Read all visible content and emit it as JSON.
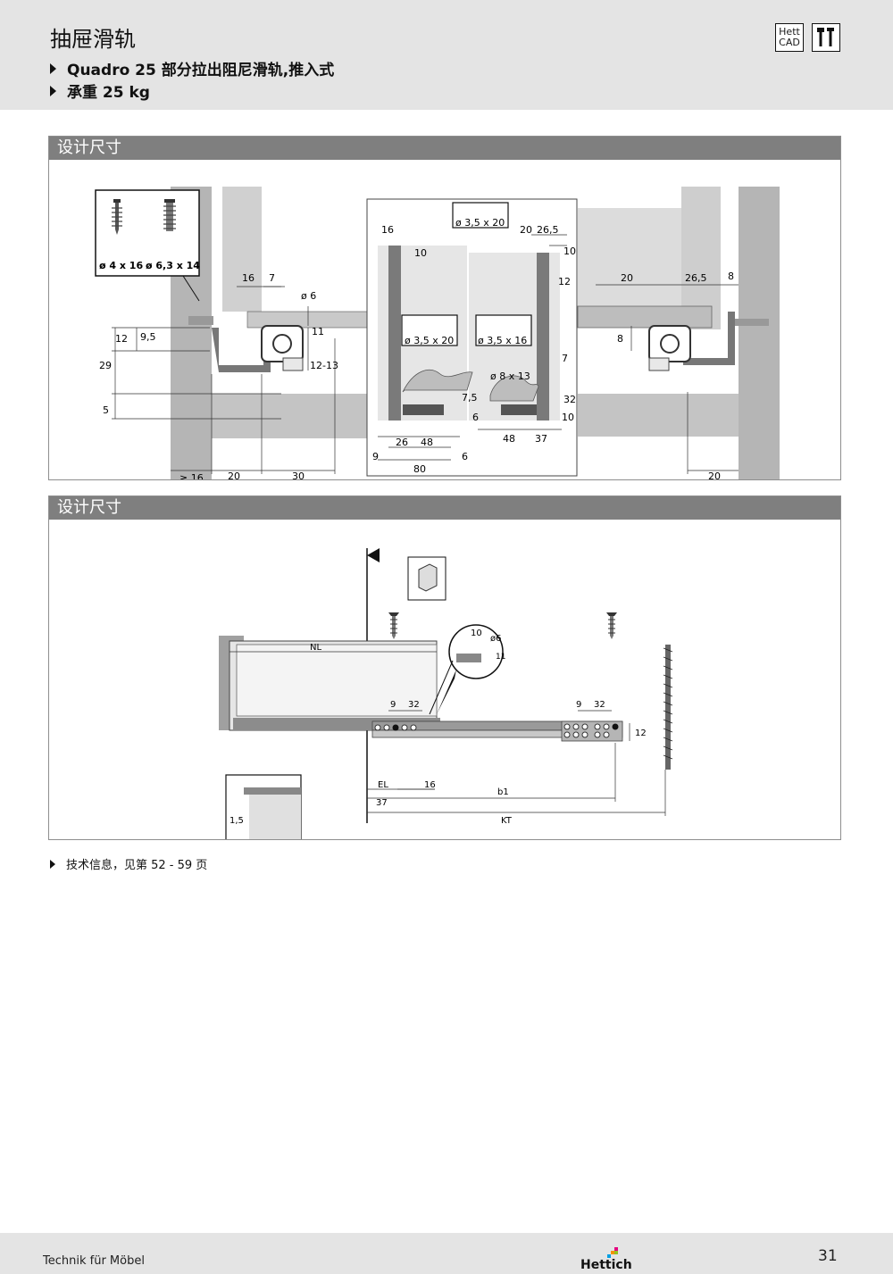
{
  "header": {
    "title": "抽屉滑轨",
    "bullets": [
      "Quadro 25 部分拉出阻尼滑轨,推入式",
      "承重 25 kg"
    ],
    "icon_hettcad_line1": "Hett",
    "icon_hettcad_line2": "CAD",
    "icons": [
      "hettcad-icon",
      "tools-icon"
    ]
  },
  "section1": {
    "heading": "设计尺寸",
    "screws": [
      "ø 4 x 16",
      "ø 6,3 x 14"
    ],
    "left_dims": [
      "16",
      "7",
      "ø 6",
      "12",
      "9,5",
      "11",
      "29",
      "12-13",
      "5",
      "≥ 16",
      "20",
      "30"
    ],
    "center_dims": [
      "ø 3,5 x 20",
      "16",
      "10",
      "20",
      "26,5",
      "10",
      "12",
      "ø 3,5 x 20",
      "ø 3,5 x 16",
      "7",
      "ø 8 x 13",
      "7,5",
      "32",
      "6",
      "10",
      "26",
      "48",
      "48",
      "37",
      "9",
      "6",
      "80"
    ],
    "right_dims": [
      "20",
      "26,5",
      "8",
      "8",
      "20"
    ]
  },
  "section2": {
    "heading": "设计尺寸",
    "dims": [
      "NL",
      "10",
      "ø6",
      "11",
      "9",
      "32",
      "9",
      "32",
      "12",
      "EL",
      "16",
      "b1",
      "37",
      "KT",
      "1,5"
    ]
  },
  "note": "技术信息，见第 52 - 59 页",
  "footer": {
    "left_text": "Technik für Möbel",
    "brand": "Hettich",
    "page_number": "31"
  },
  "colors": {
    "header_bg": "#e4e4e4",
    "section_heading_bg": "#7f7f7f",
    "panel_gray": "#a8a8a8"
  }
}
